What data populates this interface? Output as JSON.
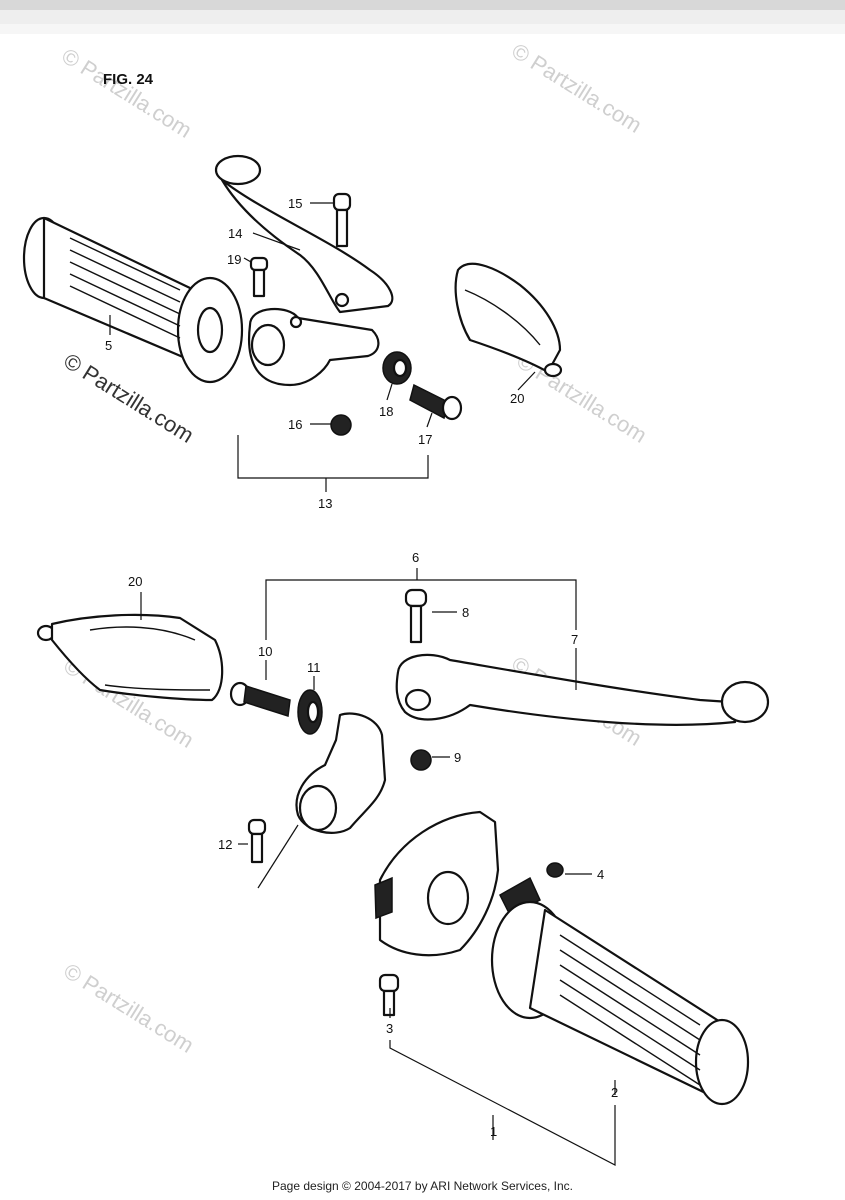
{
  "figure": {
    "label": "FIG. 24"
  },
  "watermark": {
    "text": "© Partzilla.com"
  },
  "footer": {
    "text": "Page design © 2004-2017 by ARI Network Services, Inc."
  },
  "callouts": {
    "c1": "1",
    "c2": "2",
    "c3": "3",
    "c4": "4",
    "c5": "5",
    "c6": "6",
    "c7": "7",
    "c8": "8",
    "c9": "9",
    "c10": "10",
    "c11": "11",
    "c12": "12",
    "c13": "13",
    "c14": "14",
    "c15": "15",
    "c16": "16",
    "c17": "17",
    "c18": "18",
    "c19": "19",
    "c20a": "20",
    "c20b": "20"
  }
}
